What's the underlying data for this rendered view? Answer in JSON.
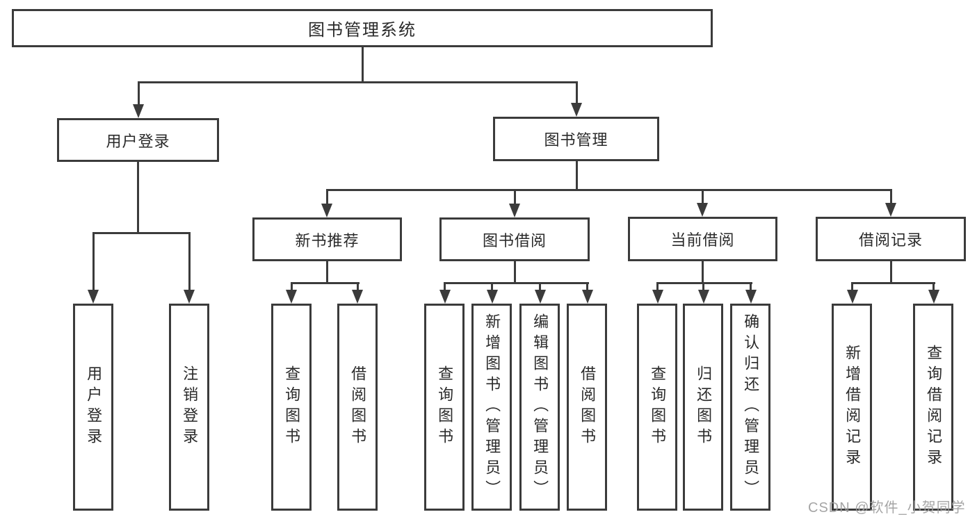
{
  "colors": {
    "line": "#3b3b3b",
    "text": "#2a2a2a",
    "watermark": "#9e9e9e",
    "background": "#ffffff"
  },
  "tree": {
    "root": "图书管理系统",
    "children": [
      {
        "label": "用户登录",
        "children": [
          {
            "label": "用户登录"
          },
          {
            "label": "注销登录"
          }
        ]
      },
      {
        "label": "图书管理",
        "children": [
          {
            "label": "新书推荐",
            "children": [
              {
                "label": "查询图书"
              },
              {
                "label": "借阅图书"
              }
            ]
          },
          {
            "label": "图书借阅",
            "children": [
              {
                "label": "查询图书"
              },
              {
                "label": "新增图书（管理员）"
              },
              {
                "label": "编辑图书（管理员）"
              },
              {
                "label": "借阅图书"
              }
            ]
          },
          {
            "label": "当前借阅",
            "children": [
              {
                "label": "查询图书"
              },
              {
                "label": "归还图书"
              },
              {
                "label": "确认归还（管理员）"
              }
            ]
          },
          {
            "label": "借阅记录",
            "children": [
              {
                "label": "新增借阅记录"
              },
              {
                "label": "查询借阅记录"
              }
            ]
          }
        ]
      }
    ]
  },
  "watermark": {
    "text": "CSDN @软件_小贺同学"
  }
}
